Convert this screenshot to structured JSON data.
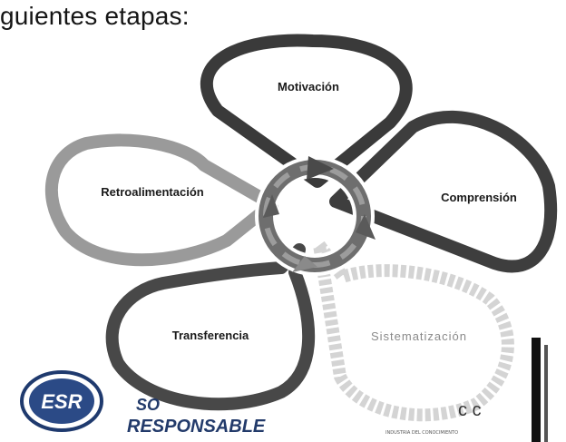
{
  "heading": "guientes etapas:",
  "cycle": {
    "stages": [
      {
        "id": "motivacion",
        "label": "Motivación",
        "style": "dark"
      },
      {
        "id": "comprension",
        "label": "Comprensión",
        "style": "dark"
      },
      {
        "id": "sistematizacion",
        "label": "Sistematización",
        "style": "light"
      },
      {
        "id": "transferencia",
        "label": "Transferencia",
        "style": "dark"
      },
      {
        "id": "retroalimentacion",
        "label": "Retroalimentación",
        "style": "medium"
      }
    ],
    "colors": {
      "dark_outline": "#3a3a3a",
      "medium_outline": "#9a9a9a",
      "light_outline": "#d4d4d4",
      "ring": "#6e6e6e"
    }
  },
  "logos": {
    "esr_badge": "ESR",
    "esr_text_1": "SO",
    "esr_text_2": "RESPONSABLE",
    "right_logo_letters": "c  c",
    "right_logo_caption": "INDUSTRIA DEL CONOCIMIENTO"
  }
}
